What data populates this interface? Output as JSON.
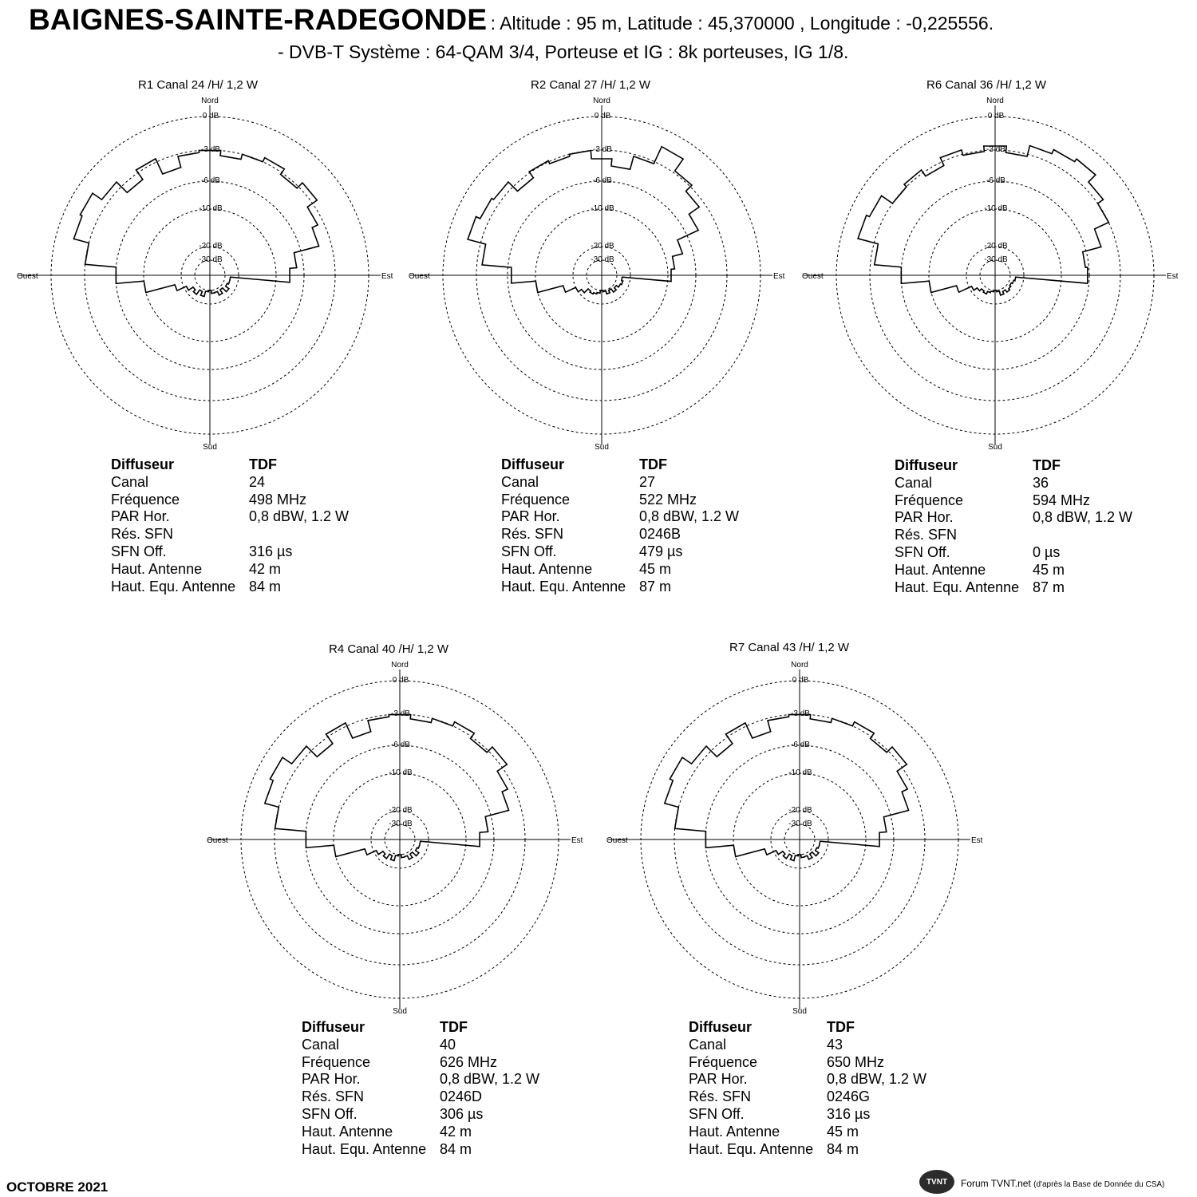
{
  "header": {
    "site": "BAIGNES-SAINTE-RADEGONDE",
    "meta": ": Altitude :   95 m,  Latitude : 45,370000 ,  Longitude : -0,225556.",
    "system": "- DVB-T  Système : 64-QAM 3/4,  Porteuse et IG : 8k porteuses, IG 1/8."
  },
  "axes": {
    "north": "Nord",
    "south": "Sud",
    "east": "Est",
    "west": "Ouest",
    "rings": [
      "0 dB",
      "-3 dB",
      "-6 dB",
      "-10 dB",
      "-20 dB",
      "-30 dB"
    ]
  },
  "info_labels": [
    "Diffuseur",
    "Canal",
    "Fréquence",
    "PAR Hor.",
    "Rés. SFN",
    "SFN Off.",
    "Haut. Antenne",
    "Haut. Equ. Antenne"
  ],
  "transmitters": [
    {
      "title": "R1  Canal 24 /H/ 1,2 W",
      "values": [
        "TDF",
        "24",
        "498 MHz",
        "0,8 dBW, 1.2 W",
        "",
        "316 µs",
        "42 m",
        "84 m"
      ],
      "pattern": {
        "az": [
          0,
          10,
          20,
          30,
          40,
          50,
          60,
          70,
          80,
          90,
          100,
          110,
          120,
          130,
          140,
          150,
          160,
          170,
          180,
          190,
          200,
          210,
          220,
          230,
          240,
          250,
          260,
          270,
          280,
          290,
          300,
          310,
          320,
          330,
          340,
          350
        ],
        "db": [
          -3,
          -3.5,
          -3,
          -2.6,
          -3.2,
          -2.5,
          -3.6,
          -4.2,
          -7,
          -8,
          -26,
          -26,
          -27,
          -24,
          -28,
          -25,
          -28,
          -31,
          -30,
          -29,
          -25,
          -28,
          -24,
          -26,
          -22,
          -18,
          -10,
          -6,
          -3,
          -1.6,
          -1.4,
          -2.4,
          -3.8,
          -2.7,
          -4.3,
          -3.2
        ]
      }
    },
    {
      "title": "R2  Canal 27 /H/ 1,2 W",
      "values": [
        "TDF",
        "27",
        "522 MHz",
        "0,8 dBW, 1.2 W",
        "0246B",
        "479 µs",
        "45 m",
        "87 m"
      ],
      "pattern": {
        "az": [
          0,
          10,
          20,
          30,
          40,
          50,
          60,
          70,
          80,
          90,
          100,
          110,
          120,
          130,
          140,
          150,
          160,
          170,
          180,
          190,
          200,
          210,
          220,
          230,
          240,
          250,
          260,
          270,
          280,
          290,
          300,
          310,
          320,
          330,
          340,
          350
        ],
        "db": [
          -3.8,
          -4.5,
          -3.2,
          -1.5,
          -2.8,
          -3.6,
          -4.8,
          -7.5,
          -9,
          -9.5,
          -26,
          -25,
          -26,
          -28,
          -26,
          -29,
          -27,
          -29,
          -30,
          -28,
          -27,
          -26,
          -27,
          -23,
          -20,
          -17,
          -10,
          -6.5,
          -3.5,
          -1.8,
          -2.2,
          -2.4,
          -3.6,
          -2.9,
          -3.2,
          -3
        ]
      }
    },
    {
      "title": "R6  Canal 36 /H/ 1,2 W",
      "values": [
        "TDF",
        "36",
        "594 MHz",
        "0,8 dBW, 1.2 W",
        "",
        "0 µs",
        "45 m",
        "87 m"
      ],
      "pattern": {
        "az": [
          0,
          10,
          20,
          30,
          40,
          50,
          60,
          70,
          80,
          90,
          100,
          110,
          120,
          130,
          140,
          150,
          160,
          170,
          180,
          190,
          200,
          210,
          220,
          230,
          240,
          250,
          260,
          270,
          280,
          290,
          300,
          310,
          320,
          330,
          340,
          350
        ],
        "db": [
          -2.6,
          -3.2,
          -2.2,
          -1.8,
          -1.5,
          -2.4,
          -3,
          -4.5,
          -6.5,
          -6.2,
          -26,
          -27,
          -28,
          -27,
          -26,
          -28,
          -26,
          -29,
          -30,
          -29,
          -28,
          -26,
          -27,
          -25,
          -22,
          -17,
          -10,
          -6,
          -3.4,
          -1.5,
          -1.8,
          -3,
          -2.7,
          -3.4,
          -2.6,
          -3.1
        ]
      }
    },
    {
      "title": "R4  Canal 40 /H/ 1,2 W",
      "values": [
        "TDF",
        "40",
        "626 MHz",
        "0,8 dBW, 1.2 W",
        "0246D",
        "306 µs",
        "42 m",
        "84 m"
      ],
      "pattern": {
        "az": [
          0,
          10,
          20,
          30,
          40,
          50,
          60,
          70,
          80,
          90,
          100,
          110,
          120,
          130,
          140,
          150,
          160,
          170,
          180,
          190,
          200,
          210,
          220,
          230,
          240,
          250,
          260,
          270,
          280,
          290,
          300,
          310,
          320,
          330,
          340,
          350
        ],
        "db": [
          -3,
          -3.4,
          -3,
          -2.6,
          -3.2,
          -2.5,
          -3.6,
          -4.2,
          -6.8,
          -8,
          -26,
          -26,
          -27,
          -24,
          -28,
          -25,
          -28,
          -31,
          -30,
          -29,
          -25,
          -28,
          -24,
          -26,
          -22,
          -18,
          -10,
          -6,
          -3,
          -1.7,
          -1.4,
          -2.4,
          -3.8,
          -2.7,
          -4.3,
          -3.2
        ]
      }
    },
    {
      "title": "R7  Canal 43 /H/ 1,2 W",
      "values": [
        "TDF",
        "43",
        "650 MHz",
        "0,8 dBW, 1.2 W",
        "0246G",
        "316 µs",
        "45 m",
        "84 m"
      ],
      "pattern": {
        "az": [
          0,
          10,
          20,
          30,
          40,
          50,
          60,
          70,
          80,
          90,
          100,
          110,
          120,
          130,
          140,
          150,
          160,
          170,
          180,
          190,
          200,
          210,
          220,
          230,
          240,
          250,
          260,
          270,
          280,
          290,
          300,
          310,
          320,
          330,
          340,
          350
        ],
        "db": [
          -3,
          -3.4,
          -3,
          -2.6,
          -3.2,
          -2.5,
          -3.6,
          -4.2,
          -7,
          -8,
          -26,
          -26,
          -27,
          -24,
          -28,
          -25,
          -28,
          -31,
          -30,
          -29,
          -25,
          -28,
          -24,
          -26,
          -22,
          -18,
          -10,
          -6,
          -3,
          -1.7,
          -1.4,
          -2.4,
          -3.8,
          -2.7,
          -4.3,
          -3.2
        ]
      }
    }
  ],
  "footer": {
    "date": "OCTOBRE 2021",
    "logo": "TVNT",
    "source": "Forum TVNT.net",
    "source_note": "(d'après la Base de Donnée du CSA)"
  }
}
